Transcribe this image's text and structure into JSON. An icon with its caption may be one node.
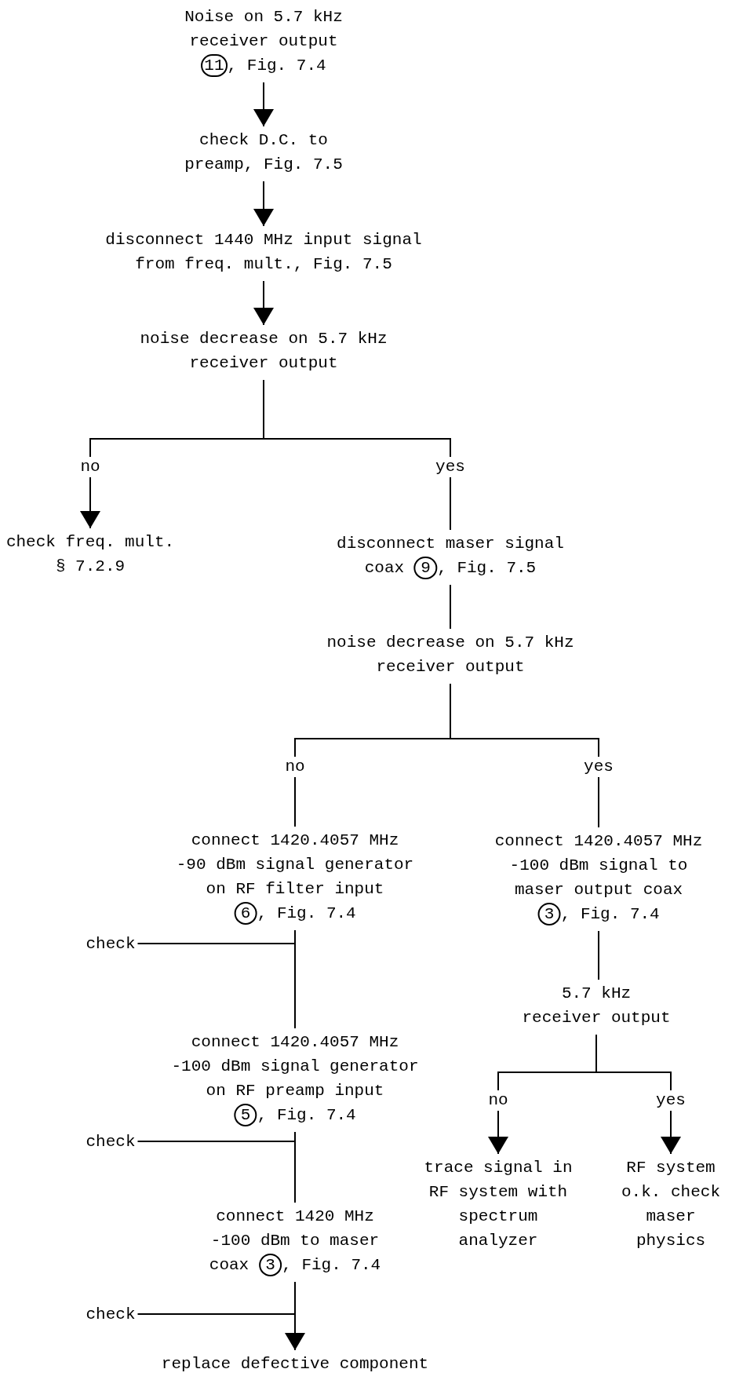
{
  "diagram": {
    "nodes": [
      {
        "text": [
          "Noise on 5.7 kHz receiver output",
          "11",
          ", Fig. 7.4"
        ]
      },
      {
        "text": [
          "check D.C. to preamp, Fig. 7.5"
        ]
      },
      {
        "text": [
          "disconnect 1440 MHz input signal from freq. mult., Fig. 7.5"
        ]
      },
      {
        "text": [
          "noise decrease on 5.7 kHz receiver output"
        ]
      },
      {
        "text": [
          "check freq. mult. § 7.2.9"
        ]
      },
      {
        "text": [
          "disconnect maser signal coax",
          "9",
          ", Fig. 7.5"
        ]
      },
      {
        "text": [
          "noise decrease on 5.7 kHz receiver output"
        ]
      },
      {
        "text": [
          "connect 1420.4057 MHz -90 dBm signal generator on RF filter input",
          "6",
          ", Fig. 7.4"
        ]
      },
      {
        "text": [
          "connect 1420.4057 MHz -100 dBm signal to maser output coax",
          "3",
          ", Fig. 7.4"
        ]
      },
      {
        "text": [
          "check"
        ]
      },
      {
        "text": [
          "5.7 kHz receiver output"
        ]
      },
      {
        "text": [
          "connect 1420.4057 MHz -100 dBm signal generator on RF preamp input",
          "5",
          ", Fig. 7.4"
        ]
      },
      {
        "text": [
          "check"
        ]
      },
      {
        "text": [
          "trace signal in RF system with spectrum analyzer"
        ]
      },
      {
        "text": [
          "RF system o.k. check maser physics"
        ]
      },
      {
        "text": [
          "connect 1420 MHz -100 dBm to maser coax",
          "3",
          ", Fig. 7.4"
        ]
      },
      {
        "text": [
          "check"
        ]
      },
      {
        "text": [
          "replace defective component"
        ]
      }
    ],
    "edges": [
      {
        "from": 0,
        "to": 1,
        "arrow": "to"
      },
      {
        "from": 1,
        "to": 2,
        "arrow": "to"
      },
      {
        "from": 2,
        "to": 3,
        "arrow": "to"
      },
      {
        "from": 3,
        "to": 4,
        "arrow": "to",
        "label": "no"
      },
      {
        "from": 3,
        "to": 5,
        "arrow": "none",
        "label": "yes"
      },
      {
        "from": 5,
        "to": 6,
        "arrow": "none"
      },
      {
        "from": 6,
        "to": 7,
        "arrow": "none",
        "label": "no"
      },
      {
        "from": 6,
        "to": 8,
        "arrow": "none",
        "label": "yes"
      },
      {
        "from": 7,
        "to": 9,
        "arrow": "none"
      },
      {
        "from": 7,
        "to": 11,
        "arrow": "none"
      },
      {
        "from": 8,
        "to": 10,
        "arrow": "none"
      },
      {
        "from": 10,
        "to": 13,
        "arrow": "to",
        "label": "no"
      },
      {
        "from": 10,
        "to": 14,
        "arrow": "to",
        "label": "yes"
      },
      {
        "from": 11,
        "to": 12,
        "arrow": "none"
      },
      {
        "from": 11,
        "to": 15,
        "arrow": "none"
      },
      {
        "from": 15,
        "to": 16,
        "arrow": "none"
      },
      {
        "from": 15,
        "to": 17,
        "arrow": "to"
      }
    ]
  }
}
